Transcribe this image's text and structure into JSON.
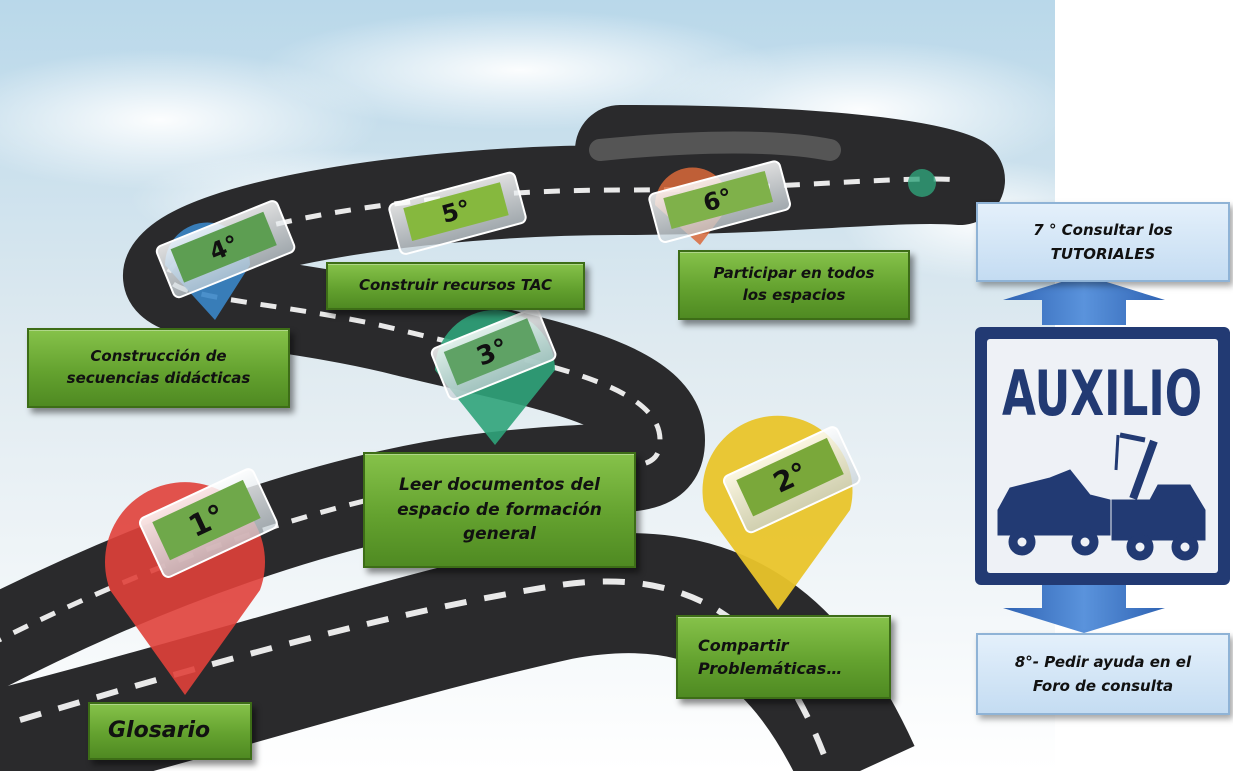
{
  "steps": [
    {
      "id": "1",
      "marker": "1°",
      "label": "Glosario",
      "pin_color": "#e0403a"
    },
    {
      "id": "2",
      "marker": "2°",
      "label": "Compartir\nProblemáticas…",
      "pin_color": "#e9c42a"
    },
    {
      "id": "3",
      "marker": "3°",
      "label": "Leer documentos del\nespacio de formación\ngeneral",
      "pin_color": "#2fa37a"
    },
    {
      "id": "4",
      "marker": "4°",
      "label": "Construcción de\nsecuencias didácticas",
      "pin_color": "#3a86c8"
    },
    {
      "id": "5",
      "marker": "5°",
      "label": "Construir  recursos TAC",
      "pin_color": "#8fbf3a"
    },
    {
      "id": "6",
      "marker": "6°",
      "label": "Participar en todos\nlos espacios",
      "pin_color": "#d9683a"
    }
  ],
  "help": {
    "sign_text": "AUXILIO",
    "step7": "7 ° Consultar los\nTUTORIALES",
    "step8": "8°- Pedir ayuda en el\nForo de consulta",
    "arrow_color": "#3d78c9",
    "sign_color": "#223a73"
  },
  "colors": {
    "box_green": "#64a22f",
    "road": "#2a2a2c",
    "sky": "#cfe3ee"
  }
}
